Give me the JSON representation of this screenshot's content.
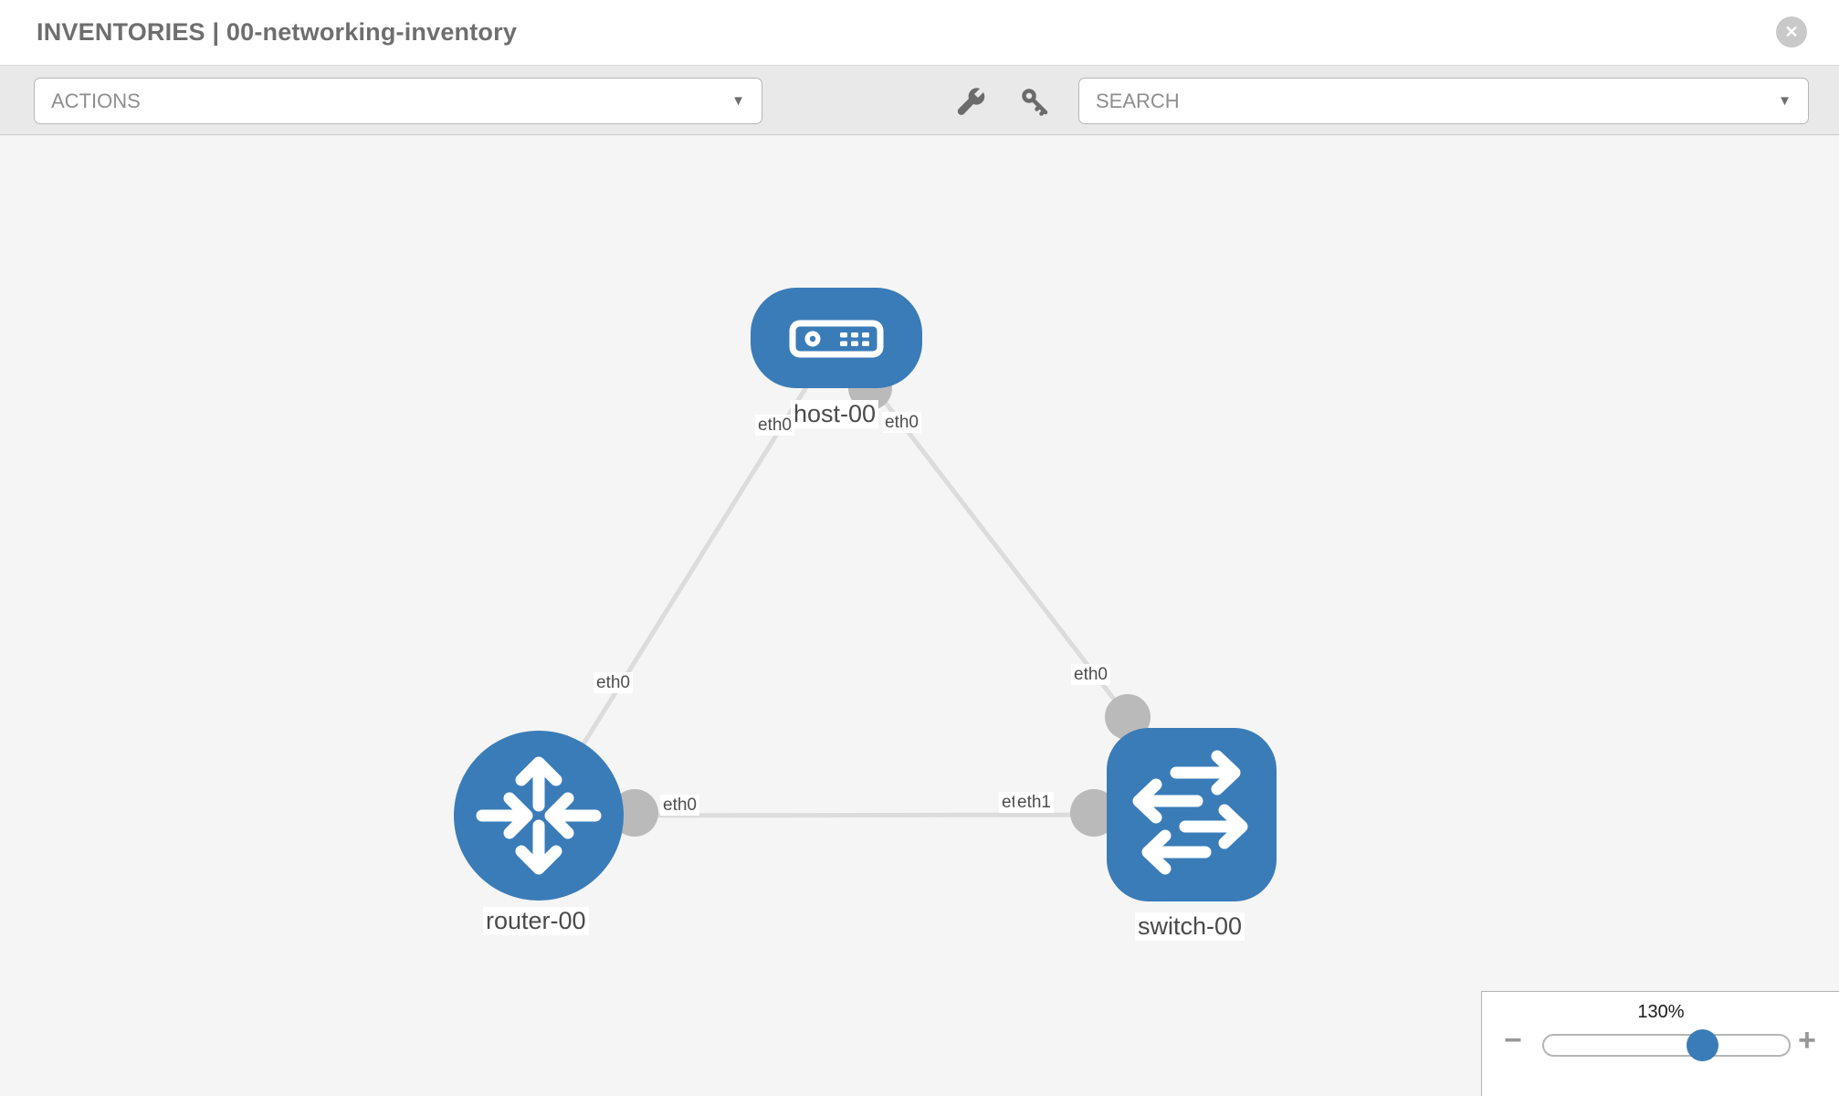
{
  "header": {
    "title": "INVENTORIES | 00-networking-inventory",
    "close_glyph": "✕"
  },
  "toolbar": {
    "actions_label": "ACTIONS",
    "search_label": "SEARCH",
    "caret_glyph": "▼"
  },
  "topology": {
    "nodes": [
      {
        "id": "host-00",
        "label": "host-00",
        "type": "host"
      },
      {
        "id": "router-00",
        "label": "router-00",
        "type": "router"
      },
      {
        "id": "switch-00",
        "label": "switch-00",
        "type": "switch"
      }
    ],
    "links": [
      {
        "source": "host-00",
        "source_interface": "eth0",
        "target": "router-00",
        "target_interface": "eth0"
      },
      {
        "source": "host-00",
        "source_interface": "eth0",
        "target": "switch-00",
        "target_interface": "eth0"
      },
      {
        "source": "router-00",
        "source_interface": "eth0",
        "target": "switch-00",
        "target_interface": "eth1",
        "target_interface_overlapped": "eth0"
      }
    ]
  },
  "zoom": {
    "level": "130%",
    "minus_glyph": "−",
    "plus_glyph": "+"
  },
  "colors": {
    "node_blue": "#3a7cb8",
    "port_gray": "#bababa",
    "link_gray": "#dcdcdc",
    "toolbar_bg": "#e9e9e9",
    "canvas_bg": "#f5f5f5",
    "slider_thumb": "#3a7cb8"
  }
}
